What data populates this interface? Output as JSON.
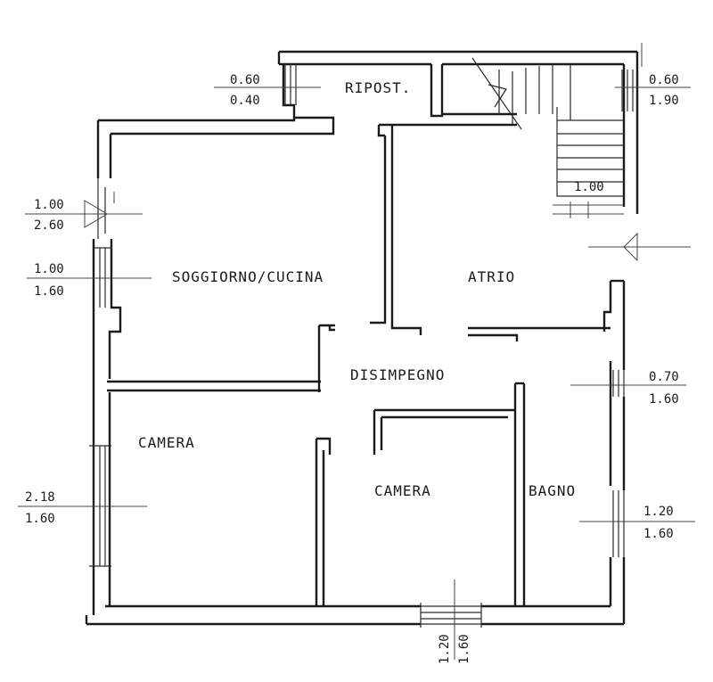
{
  "rooms": {
    "ripost": "RIPOST.",
    "soggiorno": "SOGGIORNO/CUCINA",
    "atrio": "ATRIO",
    "disimpegno": "DISIMPEGNO",
    "camera_left": "CAMERA",
    "camera_center": "CAMERA",
    "bagno": "BAGNO"
  },
  "dimensions": {
    "top_left": {
      "top": "0.60",
      "bottom": "0.40"
    },
    "top_right": {
      "top": "0.60",
      "bottom": "1.90"
    },
    "stair": "1.00",
    "left_door": {
      "top": "1.00",
      "bottom": "2.60"
    },
    "left_window": {
      "top": "1.00",
      "bottom": "1.60"
    },
    "left_camera_window": {
      "top": "2.18",
      "bottom": "1.60"
    },
    "right_window_upper": {
      "top": "0.70",
      "bottom": "1.60"
    },
    "right_window_lower": {
      "top": "1.20",
      "bottom": "1.60"
    },
    "bottom_window": {
      "top": "1.20",
      "bottom": "1.60"
    }
  }
}
